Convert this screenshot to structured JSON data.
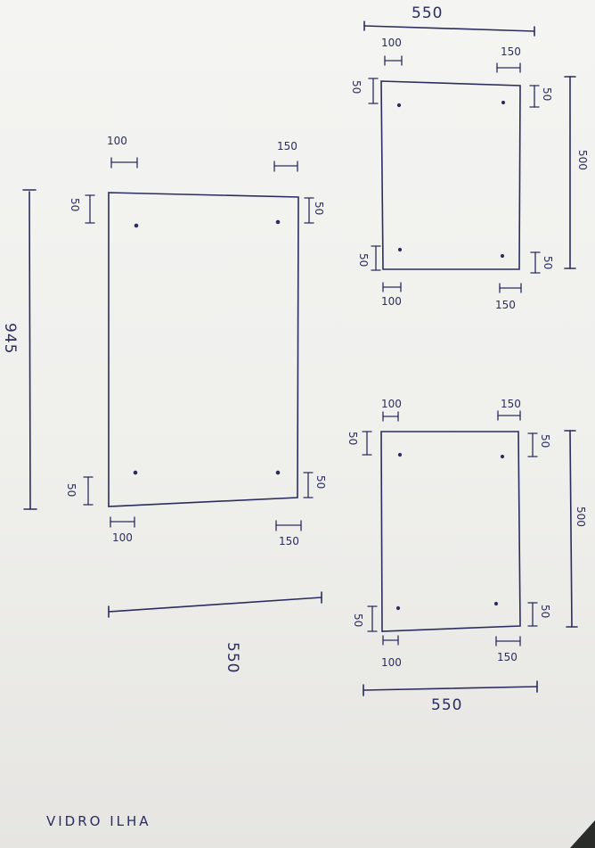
{
  "big_panel": {
    "height_total": "945",
    "width_total": "550",
    "top_left_offset": "100",
    "top_right_offset": "150",
    "left_top_margin": "50",
    "left_bottom_margin": "50",
    "right_top_margin": "50",
    "right_bottom_margin": "50",
    "bottom_left_offset": "100",
    "bottom_right_offset": "150"
  },
  "small_panel_top": {
    "width_total": "550",
    "height_total": "500",
    "top_left_offset": "100",
    "top_right_offset": "150",
    "left_top_margin": "50",
    "left_bottom_margin": "50",
    "right_top_margin": "50",
    "right_bottom_margin": "50",
    "bottom_left_offset": "100",
    "bottom_right_offset": "150"
  },
  "small_panel_bottom": {
    "width_total": "550",
    "height_total": "500",
    "top_left_offset": "100",
    "top_right_offset": "150",
    "left_top_margin": "50",
    "left_bottom_margin": "50",
    "right_top_margin": "50",
    "right_bottom_margin": "50",
    "bottom_left_offset": "100",
    "bottom_right_offset": "150"
  },
  "caption": "VIDRO ILHA",
  "colors": {
    "ink": "#2b2d5e",
    "paper": "#f1f1ef"
  }
}
